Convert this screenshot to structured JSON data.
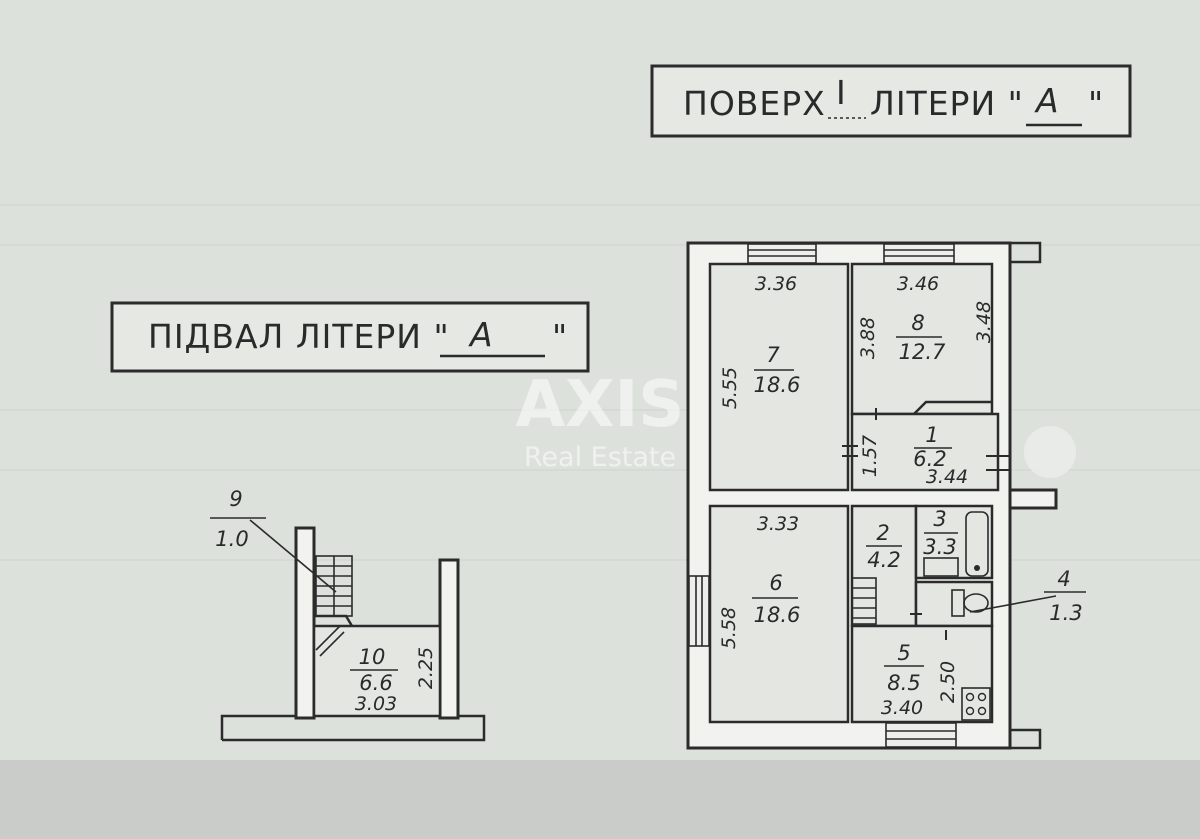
{
  "titles": {
    "floor": {
      "prefix": "ПОВЕРХ",
      "floor_number": "I",
      "middle": "ЛІТЕРИ \"",
      "letter": "А",
      "suffix": "\""
    },
    "basement": {
      "prefix": "ПІДВАЛ ЛІТЕРИ \"",
      "letter": "А",
      "suffix": "\""
    }
  },
  "watermark": {
    "brand": "AXIS",
    "subtitle": "Real Estate"
  },
  "rooms": [
    {
      "number": "1",
      "area": "6.2"
    },
    {
      "number": "2",
      "area": "4.2"
    },
    {
      "number": "3",
      "area": "3.3"
    },
    {
      "number": "4",
      "area": "1.3"
    },
    {
      "number": "5",
      "area": "8.5"
    },
    {
      "number": "6",
      "area": "18.6"
    },
    {
      "number": "7",
      "area": "18.6"
    },
    {
      "number": "8",
      "area": "12.7"
    },
    {
      "number": "9",
      "area": "1.0"
    },
    {
      "number": "10",
      "area": "6.6"
    }
  ],
  "dimensions": {
    "room7_width": "3.36",
    "room7_height": "5.55",
    "room8_width": "3.46",
    "room8_height_left": "3.88",
    "room8_height_right": "3.48",
    "room1_height": "1.57",
    "room1_width": "3.44",
    "room6_width": "3.33",
    "room6_height": "5.58",
    "room5_height": "2.50",
    "room5_width": "3.40",
    "room10_height": "2.25",
    "room10_width": "3.03"
  }
}
